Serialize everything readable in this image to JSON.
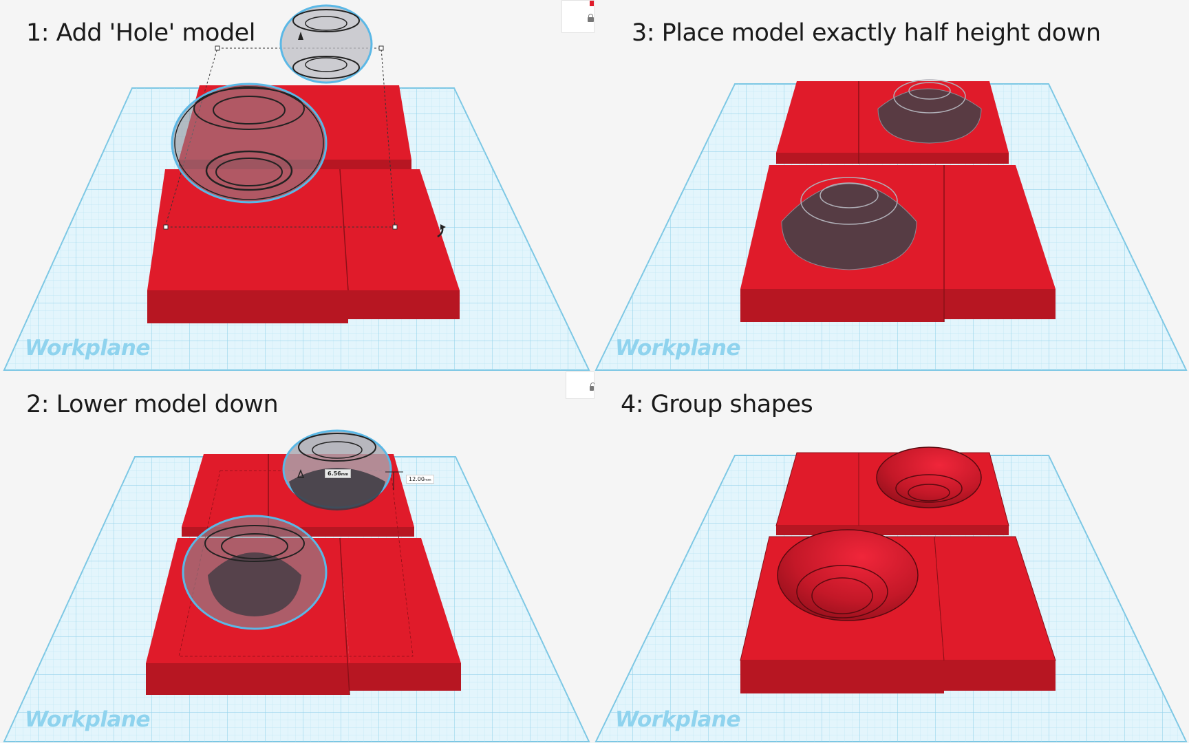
{
  "panels": [
    {
      "id": "p1",
      "caption": "1: Add 'Hole' model",
      "workplane_label": "Workplane"
    },
    {
      "id": "p2",
      "caption": "2: Lower model down",
      "workplane_label": "Workplane",
      "dimensions": {
        "height_value": "6.56",
        "height_unit": "mm",
        "elevation_value": "12.00",
        "elevation_unit": "mm"
      }
    },
    {
      "id": "p3",
      "caption": "3: Place model exactly half height down",
      "workplane_label": "Workplane"
    },
    {
      "id": "p4",
      "caption": "4: Group shapes",
      "workplane_label": "Workplane"
    }
  ],
  "colors": {
    "block_top": "#e01b2a",
    "block_side": "#b71622",
    "grid_bg": "#dff3fb",
    "grid_line": "#9fd9ee",
    "hole": "#3a3a40",
    "selection": "#5bb8e6"
  },
  "icons": [
    "lock-icon",
    "rotate-arrow-icon",
    "height-cone-icon"
  ]
}
